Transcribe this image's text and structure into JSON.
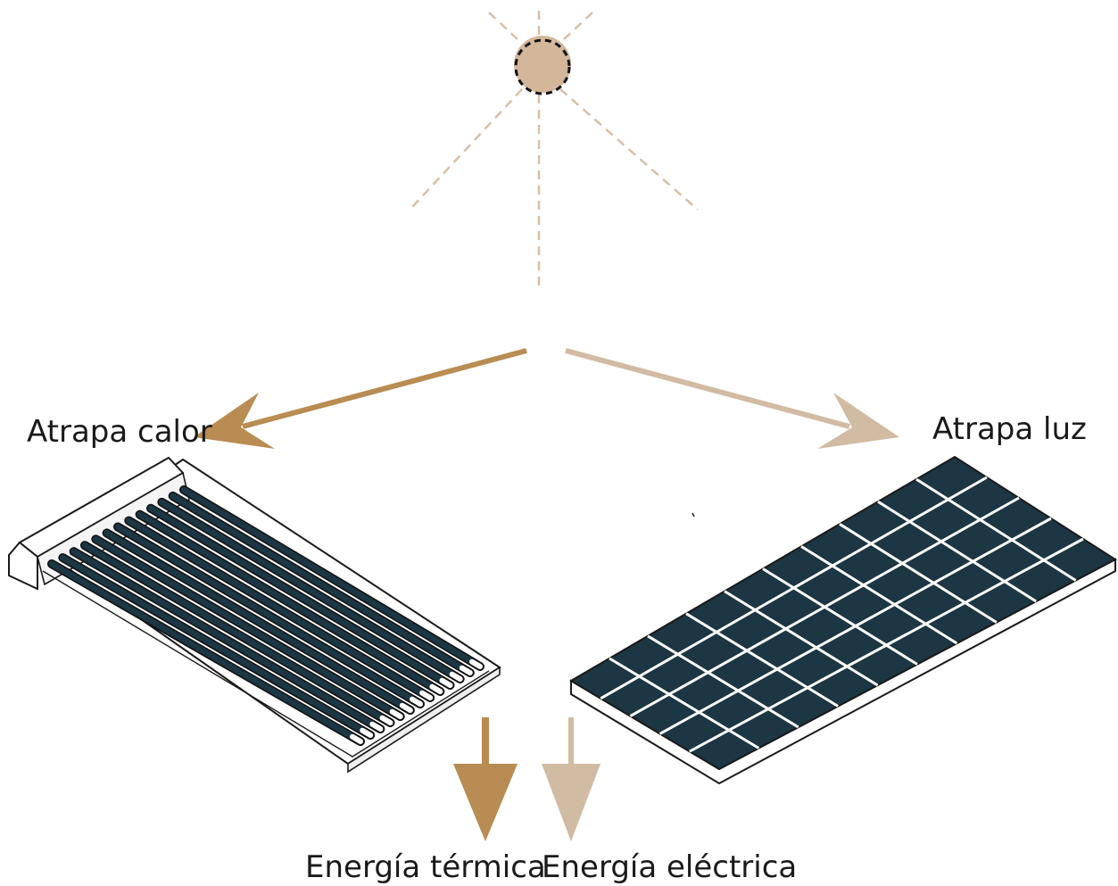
{
  "labels": {
    "heat_collector": "Atrapa calor",
    "light_collector": "Atrapa luz",
    "thermal_energy": "Energía térmica",
    "electric_energy": "Energía eléctrica"
  },
  "colors": {
    "sun_fill": "#d4b79b",
    "sun_rays": "#d8bfa6",
    "heat_arrow": "#b88c52",
    "light_arrow": "#d2bba3",
    "panel_cell": "#1c3643",
    "panel_grid": "#ffffff",
    "outline": "#1a1a1a"
  },
  "icons": {
    "sun": "sun-icon",
    "thermal_collector": "solar-thermal-collector-icon",
    "pv_panel": "photovoltaic-panel-icon"
  }
}
